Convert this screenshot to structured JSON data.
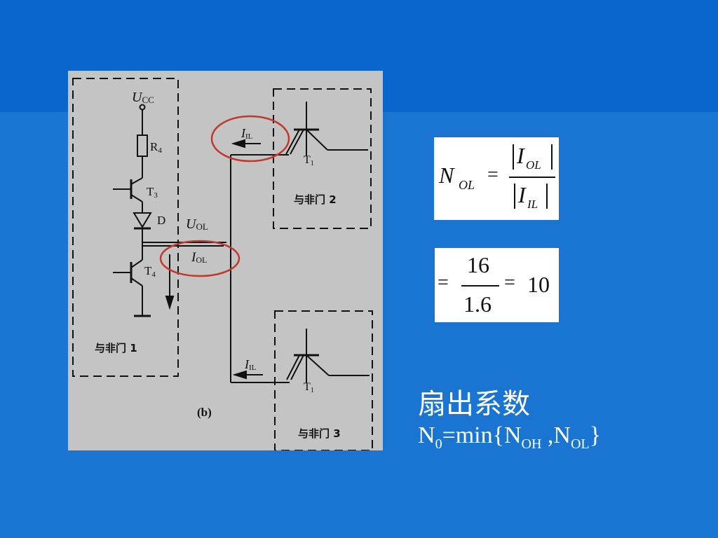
{
  "colors": {
    "background": "#1570cf",
    "figure_bg": "#c4c4c4",
    "circle": "#c0392b",
    "ink": "#111111"
  },
  "circuit": {
    "supply": "U",
    "supply_sub": "CC",
    "resistor": "R",
    "resistor_sub": "4",
    "transistor_t3": "T",
    "transistor_t3_sub": "3",
    "diode": "D",
    "transistor_t4": "T",
    "transistor_t4_sub": "4",
    "output_voltage": "U",
    "output_voltage_sub": "OL",
    "output_current": "I",
    "output_current_sub": "OL",
    "input_current_top": "I",
    "input_current_top_sub": "IL",
    "input_current_bottom": "I",
    "input_current_bottom_sub": "IL",
    "input_transistor_top": "T",
    "input_transistor_top_sub": "1",
    "input_transistor_bottom": "T",
    "input_transistor_bottom_sub": "1",
    "gate1_label": "与非门 1",
    "gate2_label": "与非门 2",
    "gate3_label": "与非门 3",
    "figure_caption": "(b)"
  },
  "formula_nol": {
    "lhs": "N",
    "lhs_sub": "OL",
    "equals": "=",
    "num": "I",
    "num_sub": "OL",
    "den": "I",
    "den_sub": "IL"
  },
  "formula_calc": {
    "equals1": "=",
    "numerator": "16",
    "denominator": "1.6",
    "equals2": "=",
    "result": "10"
  },
  "fanout": {
    "title": "扇出系数",
    "n0": "N",
    "n0_sub": "0",
    "expr_open": "=min{N",
    "noh_sub": "OH",
    "comma": " ,N",
    "nol_sub": "OL",
    "close": "}"
  }
}
